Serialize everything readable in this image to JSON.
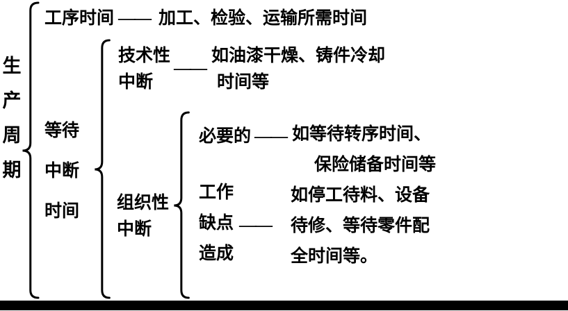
{
  "figure": {
    "root": {
      "label": "生产周期"
    },
    "branches": {
      "process_time": {
        "label": "工序时间",
        "connector": "——",
        "desc": "加工、检验、运输所需时间"
      },
      "waiting": {
        "label_lines": [
          "等待",
          "中断",
          "时间"
        ]
      },
      "technical": {
        "label_lines": [
          "技术性",
          "中断"
        ],
        "connector": "——",
        "desc_lines": [
          "如油漆干燥、铸件冷却",
          "时间等"
        ]
      },
      "organizational": {
        "label_lines": [
          "组织性",
          "中断"
        ]
      },
      "necessary": {
        "label": "必要的",
        "connector": "——",
        "desc_lines": [
          "如等待转序时间、",
          "保险储备时间等"
        ]
      },
      "work_defect": {
        "label_lines": [
          "工作",
          "缺点",
          "造成"
        ],
        "connector": "——",
        "desc_lines": [
          "如停工待料、设备",
          "待修、等待零件配",
          "全时间等。"
        ]
      }
    }
  },
  "colors": {
    "ink": "#000000",
    "paper": "#ffffff"
  }
}
